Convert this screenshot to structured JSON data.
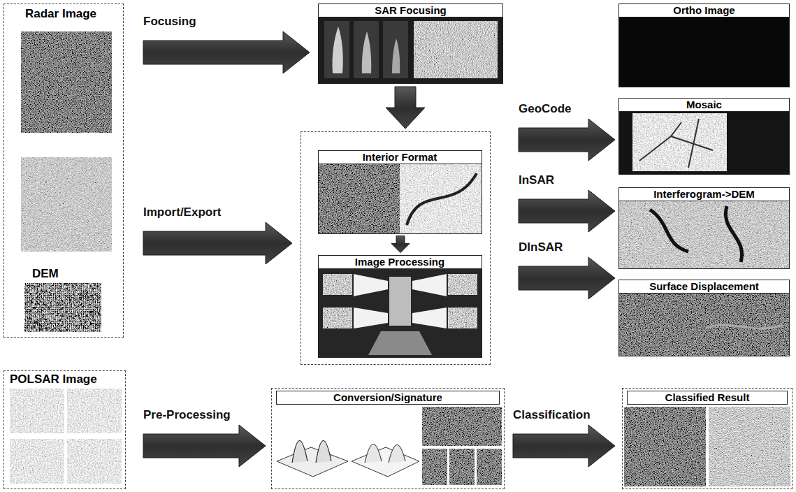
{
  "diagram": {
    "nodes": [
      {
        "text": [
          "Radar Image",
          "DEM"
        ]
      },
      {
        "text": [
          "SAR Focusing"
        ]
      },
      {
        "text": [
          "Ortho Image"
        ]
      },
      {
        "text": [
          "Mosaic"
        ]
      },
      {
        "text": []
      },
      {
        "text": [
          "Interior Format"
        ],
        "in": 4
      },
      {
        "text": [
          "Image Processing"
        ],
        "in": 4
      },
      {
        "text": [
          "Interferogram->DEM"
        ]
      },
      {
        "text": [
          "Surface Displacement"
        ]
      },
      {
        "text": [
          "POLSAR Image"
        ]
      },
      {
        "text": [
          "Conversion/Signature"
        ]
      },
      {
        "text": [
          "Classified Result"
        ]
      }
    ],
    "edges": [
      {
        "from": 0,
        "to": 1,
        "arrow": "to",
        "label": "Focusing"
      },
      {
        "from": 1,
        "to": 4,
        "arrow": "to"
      },
      {
        "from": 0,
        "to": 4,
        "arrow": "to",
        "label": "Import/Export"
      },
      {
        "from": 5,
        "to": 6,
        "arrow": "to"
      },
      {
        "from": 4,
        "to": 3,
        "arrow": "to",
        "label": "GeoCode"
      },
      {
        "from": 4,
        "to": 7,
        "arrow": "to",
        "label": "InSAR"
      },
      {
        "from": 4,
        "to": 8,
        "arrow": "to",
        "label": "DInSAR"
      },
      {
        "from": 9,
        "to": 10,
        "arrow": "to",
        "label": "Pre-Processing"
      },
      {
        "from": 10,
        "to": 11,
        "arrow": "to",
        "label": "Classification"
      }
    ]
  }
}
